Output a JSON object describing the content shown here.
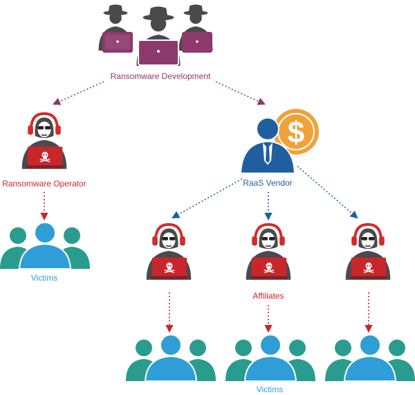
{
  "labels": {
    "development": "Ransomware Development",
    "operator": "Ransomware Operator",
    "vendor": "RaaS Vendor",
    "affiliates": "Affiliates",
    "victims_left": "Victims",
    "victims_bottom": "Victims"
  },
  "icons": {
    "dollar": "$"
  },
  "colors": {
    "hacker_body": "#4a4a4c",
    "dev_laptop": "#8c3a6b",
    "operator_laptop": "#c9262c",
    "headphones": "#d62a2a",
    "vendor_blue": "#1f5f9f",
    "coin_orange": "#f0a23a",
    "victim_teal": "#2a9c8e",
    "victim_blue": "#2f9ed8",
    "arrow_purple": "#8c3a6b",
    "arrow_red": "#c9262c",
    "arrow_blue": "#1f5f9f"
  }
}
